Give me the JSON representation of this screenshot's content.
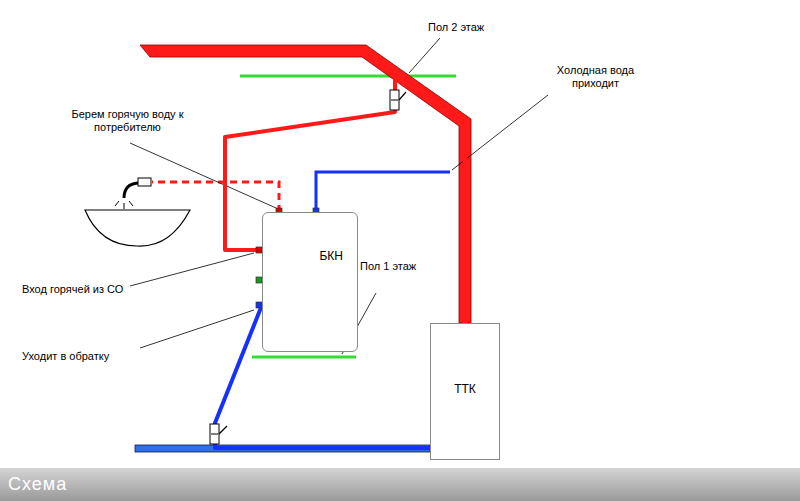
{
  "diagram": {
    "caption": "Схема",
    "nodes": [
      {
        "text": [
          "БКН"
        ]
      },
      {
        "text": [
          "ТТК"
        ]
      }
    ],
    "edges": [
      {
        "from": 1,
        "to": 0,
        "arrow": "none"
      },
      {
        "from": 0,
        "to": 1,
        "arrow": "none"
      }
    ],
    "labels": [
      "Пол 2 этаж",
      "Холодная вода приходит",
      "Берем горячую воду к потребителю",
      "Вход горячей из СО",
      "Пол 1 этаж",
      "Уходит в обратку"
    ]
  }
}
